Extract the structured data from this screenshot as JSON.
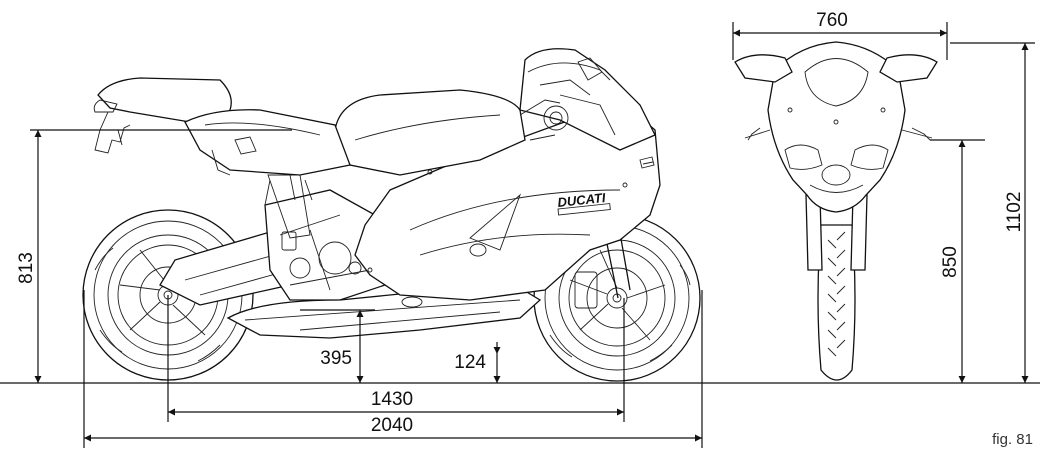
{
  "figure_label": "fig. 81",
  "brand_logo": "DUCATI",
  "dimensions": {
    "width": "760",
    "overall_height": "1102",
    "mirror_height": "850",
    "seat_height": "813",
    "footpeg_height": "395",
    "ground_clearance": "124",
    "wheelbase": "1430",
    "overall_length": "2040"
  }
}
